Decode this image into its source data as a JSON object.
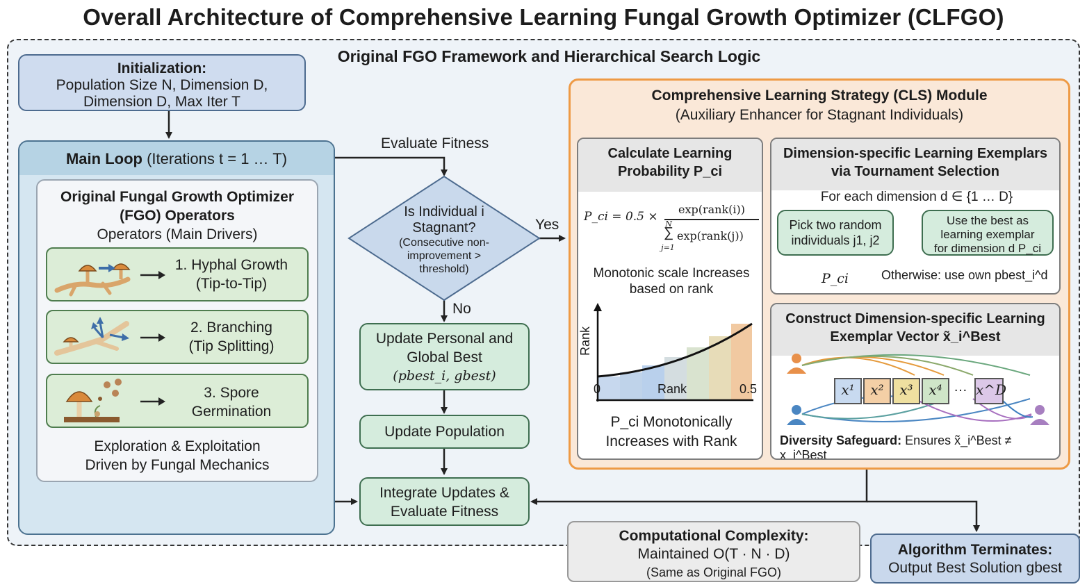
{
  "title": "Overall Architecture of Comprehensive Learning Fungal Growth Optimizer (CLFGO)",
  "framework_title": "Original FGO Framework and Hierarchical Search Logic",
  "init": {
    "heading": "Initialization:",
    "line1": "Population Size N, Dimension D,",
    "line2": "Dimension D, Max Iter T"
  },
  "main_loop": {
    "heading": "Main Loop",
    "sub": "(Iterations t = 1 … T)"
  },
  "fgo": {
    "title1": "Original Fungal Growth Optimizer",
    "title2": "(FGO) Operators",
    "subtitle": "Operators (Main Drivers)",
    "ops": [
      {
        "line1": "1. Hyphal Growth",
        "line2": "(Tip-to-Tip)"
      },
      {
        "line1": "2. Branching",
        "line2": "(Tip Splitting)"
      },
      {
        "line1": "3. Spore",
        "line2": "Germination"
      }
    ],
    "footer1": "Exploration & Exploitation",
    "footer2": "Driven by Fungal Mechanics"
  },
  "flow": {
    "evaluate_fitness": "Evaluate Fitness",
    "decision_l1": "Is Individual i",
    "decision_l2": "Stagnant?",
    "decision_l3": "(Consecutive non-",
    "decision_l4": "improvement >",
    "decision_l5": "threshold)",
    "yes": "Yes",
    "no": "No",
    "update_best_l1": "Update Personal and",
    "update_best_l2": "Global Best",
    "update_best_l3": "(pbest_i, gbest)",
    "update_pop": "Update Population",
    "integrate_l1": "Integrate Updates &",
    "integrate_l2": "Evaluate Fitness"
  },
  "cls": {
    "title": "Comprehensive Learning Strategy (CLS) Module",
    "subtitle": "(Auxiliary Enhancer for Stagnant Individuals)",
    "prob": {
      "head1": "Calculate Learning",
      "head2": "Probability P_ci",
      "formula_lhs": "P_ci = 0.5 ×",
      "formula_num": "exp(rank(i))",
      "formula_den": "exp(rank(j))",
      "sum_top": "N",
      "sum_bottom": "j=1",
      "mono1": "Monotonic scale Increases",
      "mono2": "based on rank",
      "ylabel": "Rank",
      "xlabel": "Rank",
      "x_min": "0",
      "x_max": "0.5",
      "foot1": "P_ci Monotonically",
      "foot2": "Increases with Rank"
    },
    "tournament": {
      "head1": "Dimension-specific Learning Exemplars",
      "head2": "via Tournament Selection",
      "for_each": "For each dimension d ∈ {1 … D}",
      "pick1": "Pick two random",
      "pick2": "individuals j1, j2",
      "use1": "Use the best as",
      "use2": "learning exemplar",
      "use3": "for dimension d P_ci",
      "pci": "P_ci",
      "otherwise": "Otherwise: use own pbest_i^d"
    },
    "construct": {
      "head1": "Construct Dimension-specific Learning",
      "head2": "Exemplar Vector x̃_i^Best",
      "xs": [
        "x¹",
        "x²",
        "x³",
        "x⁴",
        "…",
        "x^D"
      ],
      "diversity_bold": "Diversity Safeguard:",
      "diversity_rest": "Ensures x̃_i^Best ≠ x_i^Best"
    }
  },
  "complexity": {
    "l1": "Computational Complexity:",
    "l2": "Maintained O(T · N · D)",
    "l3": "(Same as Original FGO)"
  },
  "terminate": {
    "l1": "Algorithm Terminates:",
    "l2": "Output Best Solution gbest"
  },
  "colors": {
    "blue_box": "#cfdcef",
    "green_box": "#d5ecdd",
    "orange_border": "#ee9a45",
    "cls_fill": "#fae8d8"
  }
}
